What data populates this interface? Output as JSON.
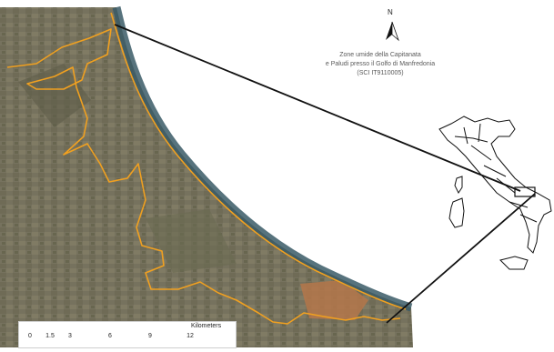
{
  "caption": {
    "line1": "Zone umide della Capitanata",
    "line2": "e Paludi presso il Golfo di Manfredonia",
    "line3": "(SCI IT9110005)"
  },
  "north_arrow": {
    "label": "N"
  },
  "scale_bar": {
    "unit": "Kilometers",
    "ticks": [
      "0",
      "1.5",
      "3",
      "6",
      "9",
      "12"
    ]
  },
  "colors": {
    "site_boundary": "#f0a020",
    "sea": "#ffffff",
    "coast": "#3a5a66",
    "land": "#76725e",
    "callout_line": "#111111",
    "italy_outline": "#111111"
  },
  "layers": {
    "aerial_photo": "satellite-imagery",
    "inset": "italy-outline-map"
  }
}
